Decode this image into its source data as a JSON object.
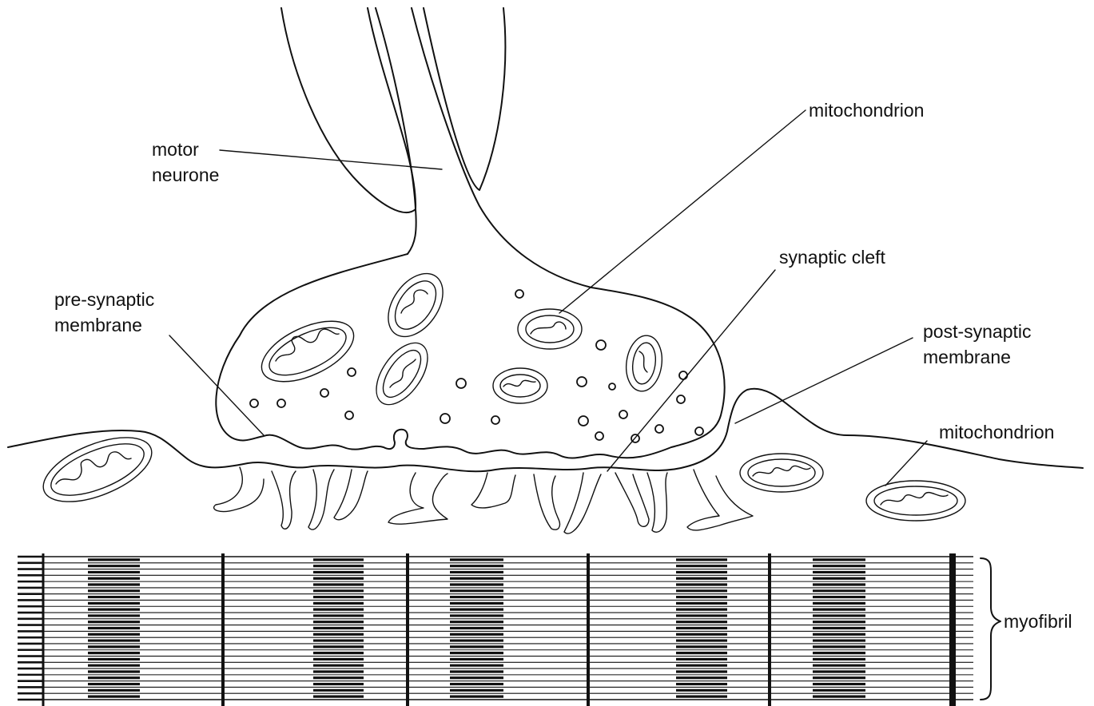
{
  "labels": {
    "motor_neurone": [
      "motor",
      "neurone"
    ],
    "mitochondrion_top": "mitochondrion",
    "synaptic_cleft": "synaptic cleft",
    "pre_synaptic_membrane": [
      "pre-synaptic",
      "membrane"
    ],
    "post_synaptic_membrane": [
      "post-synaptic",
      "membrane"
    ],
    "mitochondrion_right": "mitochondrion",
    "myofibril": "myofibril"
  },
  "colors": {
    "ink": "#111111",
    "background": "#ffffff"
  }
}
